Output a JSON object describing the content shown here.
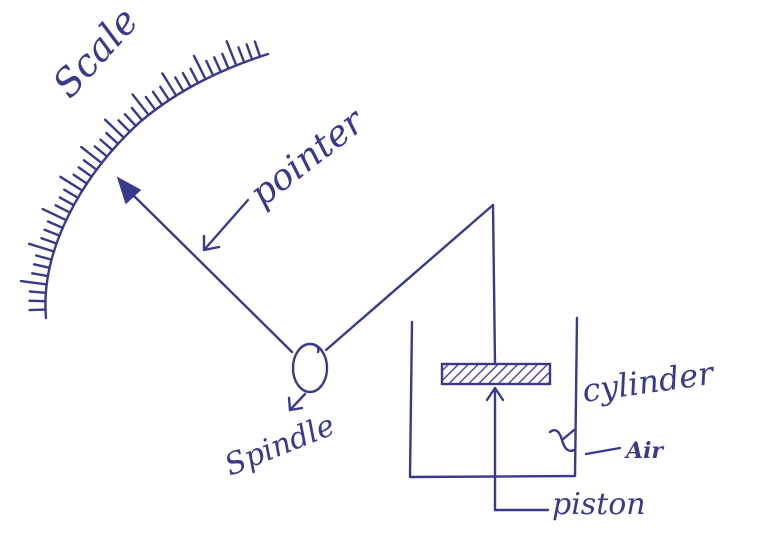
{
  "diagram": {
    "labels": {
      "scale": "Scale",
      "pointer": "pointer",
      "spindle": "Spindle",
      "cylinder": "cylinder",
      "air": "Air",
      "piston": "piston"
    },
    "ink_color": "#3a3a8c",
    "hatch_color": "#5a4aa8",
    "background": "#ffffff"
  }
}
